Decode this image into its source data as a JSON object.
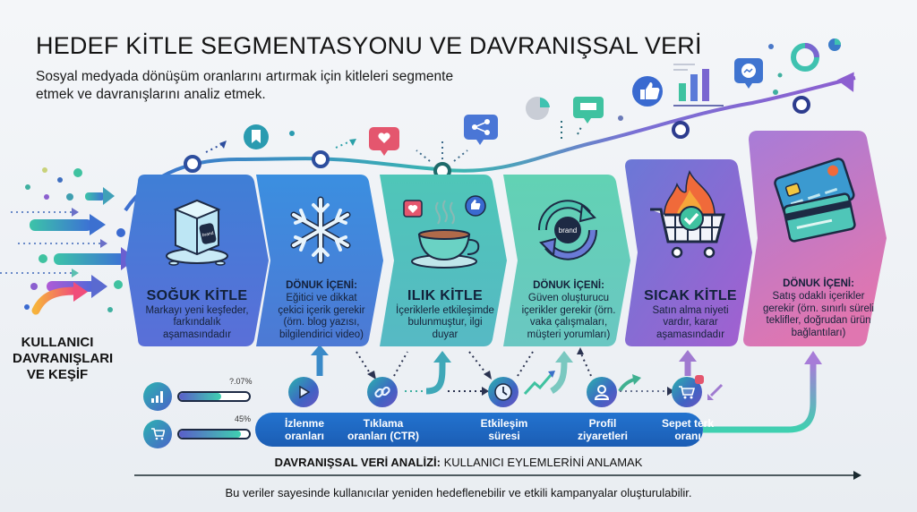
{
  "header": {
    "title": "HEDEF KİTLE SEGMENTASYONU VE DAVRANIŞSAL VERİ",
    "subtitle": "Sosyal medyada dönüşüm oranlarını artırmak için kitleleri segmente etmek ve davranışlarını analiz etmek."
  },
  "left_label": {
    "line1": "KULLANICI",
    "line2": "DAVRANIŞLARI",
    "line3": "VE KEŞİF"
  },
  "cards": [
    {
      "type": "segment",
      "title": "SOĞUK KİTLE",
      "desc": "Markayı yeni keşfeder, farkındalık aşamasındadır",
      "icon": "ice-cube-icon",
      "brand_text": "brand",
      "color_top": "#3f7fd6",
      "color_bottom": "#5a6fd8"
    },
    {
      "type": "content",
      "title": "DÖNUK İÇENİ:",
      "desc": "Eğitici ve dikkat çekici içerik gerekir (örn. blog yazısı, bilgilendirici video)",
      "icon": "snowflake-icon",
      "color_top": "#3b8fe0",
      "color_bottom": "#4d79d4"
    },
    {
      "type": "segment",
      "title": "ILIK KİTLE",
      "desc": "İçeriklerle etkileşimde bulunmuştur, ilgi duyar",
      "icon": "coffee-cup-icon",
      "color_top": "#4fc6b8",
      "color_bottom": "#56b9c4"
    },
    {
      "type": "content",
      "title": "DÖNUK İÇENİ:",
      "desc": "Güven oluşturucu içerikler gerekir (örn. vaka çalışmaları, müşteri yorumları)",
      "icon": "brand-cycle-icon",
      "brand_text": "brand",
      "color_top": "#62d2b4",
      "color_bottom": "#6ac7c2"
    },
    {
      "type": "segment",
      "title": "SICAK KİTLE",
      "desc": "Satın alma niyeti vardır, karar aşamasındadır",
      "icon": "fire-cart-icon",
      "color_top": "#6b78d6",
      "color_bottom": "#a45fd0"
    },
    {
      "type": "content",
      "title": "DÖNUK İÇENİ:",
      "desc": "Satış odaklı içerikler gerekir (örn. sınırlı süreli teklifler, doğrudan ürün bağlantıları)",
      "icon": "credit-card-icon",
      "color_top": "#a77cd8",
      "color_bottom": "#e076b0"
    }
  ],
  "mini_metrics": [
    {
      "icon": "bar-chart-icon",
      "percent_label": "?.07%",
      "fill_percent": 60
    },
    {
      "icon": "shopping-cart-icon",
      "percent_label": "45%",
      "fill_percent": 88
    }
  ],
  "metrics": [
    {
      "label_line1": "İzlenme",
      "label_line2": "oranları",
      "icon": "play-icon"
    },
    {
      "label_line1": "Tıklama",
      "label_line2": "oranları (CTR)",
      "icon": "link-icon"
    },
    {
      "label_line1": "Etkileşim",
      "label_line2": "süresi",
      "icon": "clock-icon"
    },
    {
      "label_line1": "Profil",
      "label_line2": "ziyaretleri",
      "icon": "user-profile-icon"
    },
    {
      "label_line1": "Sepet terk",
      "label_line2": "oranı",
      "icon": "cart-abandon-icon"
    }
  ],
  "analysis": {
    "bold": "DAVRANIŞSAL VERİ ANALİZİ:",
    "rest": " KULLANICI EYLEMLERİNİ ANLAMAK"
  },
  "footer": {
    "text": "Bu veriler sayesinde kullanıcılar yeniden hedeflenebilir ve etkili kampanyalar oluşturulabilir."
  },
  "colors": {
    "band_blue": "#1f68c4",
    "teal": "#3fc2b0",
    "purple": "#8a63d2",
    "pink": "#e076b0",
    "dark_navy": "#1d2a44"
  }
}
